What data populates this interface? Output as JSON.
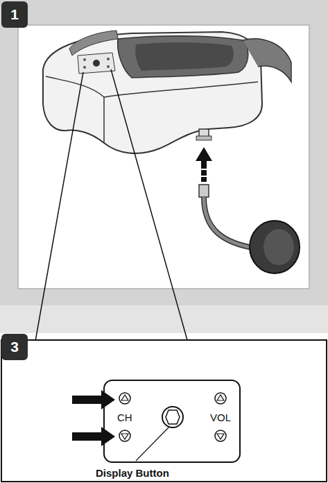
{
  "diagram": {
    "nodes": [
      {
        "text": [
          "1"
        ]
      },
      {
        "text": [
          "3"
        ]
      }
    ],
    "labels": [
      "CH",
      "VOL",
      "Display Button"
    ]
  }
}
